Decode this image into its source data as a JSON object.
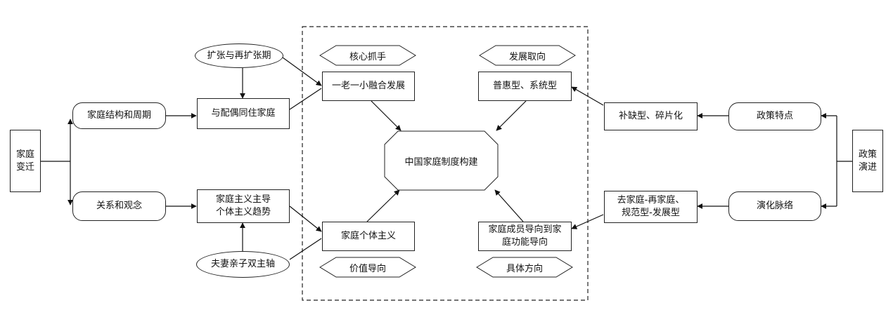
{
  "center": {
    "label": "中国家庭制度构建"
  },
  "left": {
    "root": "家庭\n变迁",
    "structure": "家庭结构和周期",
    "relation": "关系和观念",
    "cohabit": "与配偶同住家庭",
    "familism": "家庭主义主导\n个体主义趋势",
    "expansion": "扩张与再扩张期",
    "dual_axis": "夫妻亲子双主轴"
  },
  "inner": {
    "integration": "一老一小融合发展",
    "family_individualism": "家庭个体主义",
    "universal": "普惠型、系统型",
    "member_to_function": "家庭成员导向到家\n庭功能导向",
    "core": "核心抓手",
    "value": "价值导向",
    "direction": "发展取向",
    "specific": "具体方向"
  },
  "right": {
    "root": "政策\n演进",
    "features": "政策特点",
    "evolution": "演化脉络",
    "supplement": "补缺型、碎片化",
    "defamily": "去家庭-再家庭、\n规范型-发展型"
  }
}
